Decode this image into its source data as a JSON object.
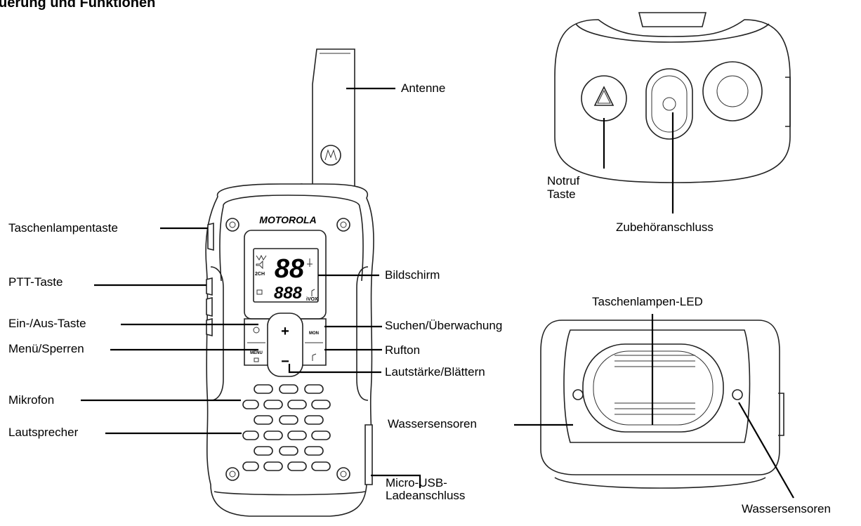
{
  "title": "uerung und Funktionen",
  "device": {
    "brand": "MOTOROLA"
  },
  "labels": {
    "antenna": "Antenne",
    "flashlight_button": "Taschenlampentaste",
    "ptt_button": "PTT-Taste",
    "screen": "Bildschirm",
    "power_button": "Ein-/Aus-Taste",
    "scan_monitor": "Suchen/Überwachung",
    "menu_lock": "Menü/Sperren",
    "call_tone": "Rufton",
    "volume_scroll": "Lautstärke/Blättern",
    "microphone": "Mikrofon",
    "speaker": "Lautsprecher",
    "micro_usb_line1": "Micro-USB-",
    "micro_usb_line2": "Ladeanschluss",
    "emergency_line1": "Notruf",
    "emergency_line2": "Taste",
    "accessory_port": "Zubehöranschluss",
    "flashlight_led": "Taschenlampen-LED",
    "water_sensors_left": "Wassersensoren",
    "water_sensors_right": "Wassersensoren"
  },
  "display": {
    "channel_digits": "88",
    "sub_digits": "888",
    "icon_2ch": "2CH",
    "icon_vox": "iVOX"
  },
  "keys": {
    "menu": "MENU",
    "mon": "MON",
    "plus": "+",
    "minus": "−"
  }
}
